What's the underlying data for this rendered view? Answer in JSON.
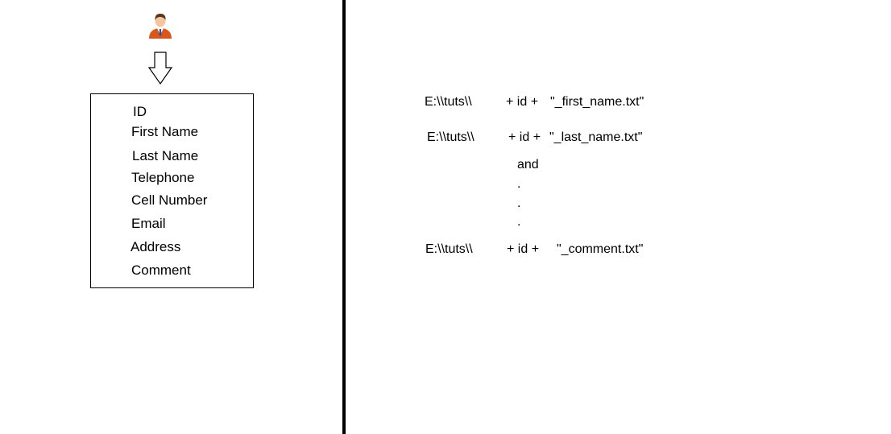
{
  "fields": {
    "id": "ID",
    "first_name": "First Name",
    "last_name": "Last Name",
    "telephone": "Telephone",
    "cell_number": "Cell Number",
    "email": "Email",
    "address": "Address",
    "comment": "Comment"
  },
  "paths": {
    "first": {
      "dir": "E:\\\\tuts\\\\",
      "plus_id": "+  id +",
      "suffix": "\"_first_name.txt\""
    },
    "last": {
      "dir": "E:\\\\tuts\\\\",
      "plus_id": "+  id +",
      "suffix": "\"_last_name.txt\""
    },
    "and": "and",
    "dot": ".",
    "comment": {
      "dir": "E:\\\\tuts\\\\",
      "plus_id": "+  id +",
      "suffix": "\"_comment.txt\""
    }
  }
}
